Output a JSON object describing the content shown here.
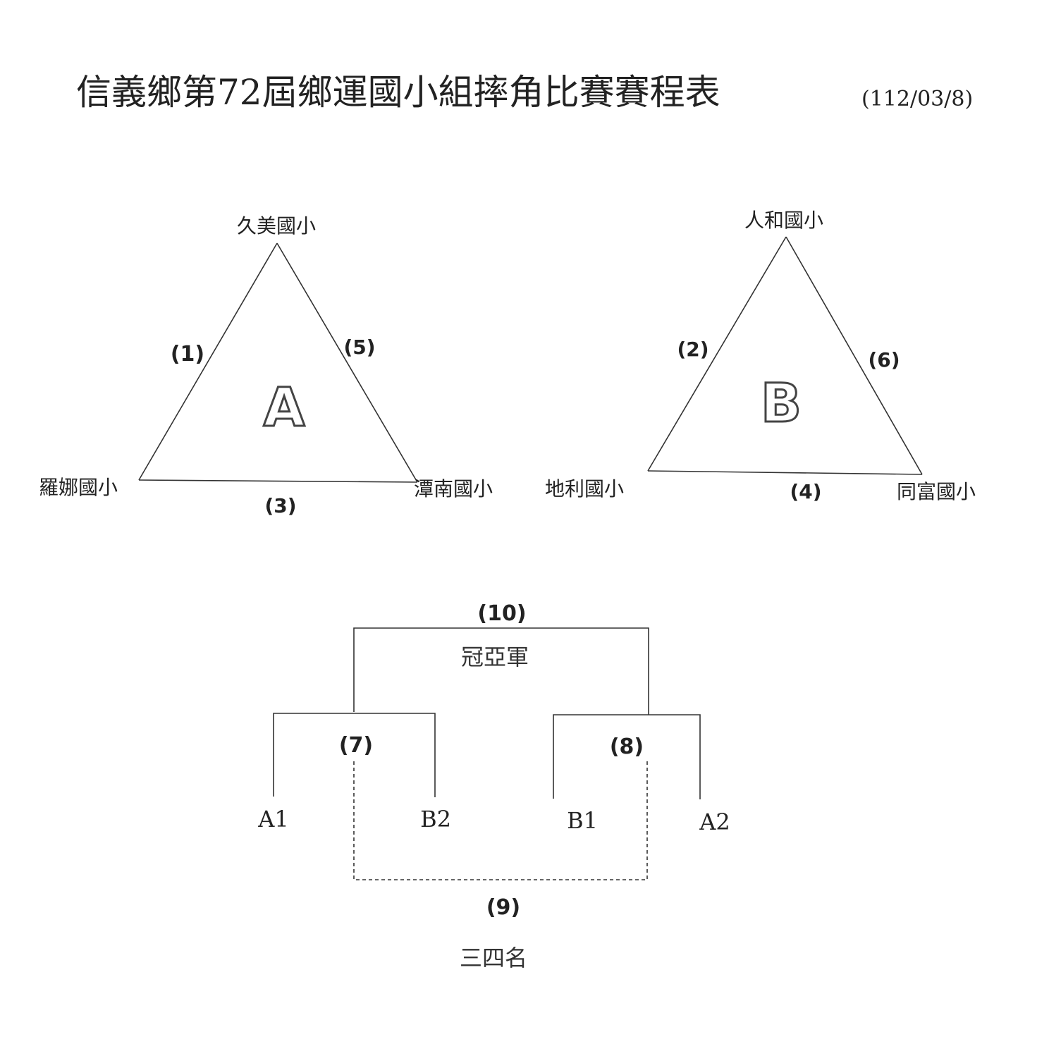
{
  "title": "信義鄉第72屆鄉運國小組摔角比賽賽程表",
  "date": "(112/03/8)",
  "group_a": {
    "letter": "A",
    "top_school": "久美國小",
    "left_school": "羅娜國小",
    "right_school": "潭南國小",
    "match_left_side": "(1)",
    "match_right_side": "(5)",
    "match_bottom": "(3)"
  },
  "group_b": {
    "letter": "B",
    "top_school": "人和國小",
    "left_school": "地利國小",
    "right_school": "同富國小",
    "match_left_side": "(2)",
    "match_right_side": "(6)",
    "match_bottom": "(4)"
  },
  "bracket": {
    "final_match": "(10)",
    "final_label": "冠亞軍",
    "semi_left_match": "(7)",
    "semi_right_match": "(8)",
    "third_place_match": "(9)",
    "third_place_label": "三四名",
    "seeds": [
      "A1",
      "B2",
      "B1",
      "A2"
    ]
  }
}
